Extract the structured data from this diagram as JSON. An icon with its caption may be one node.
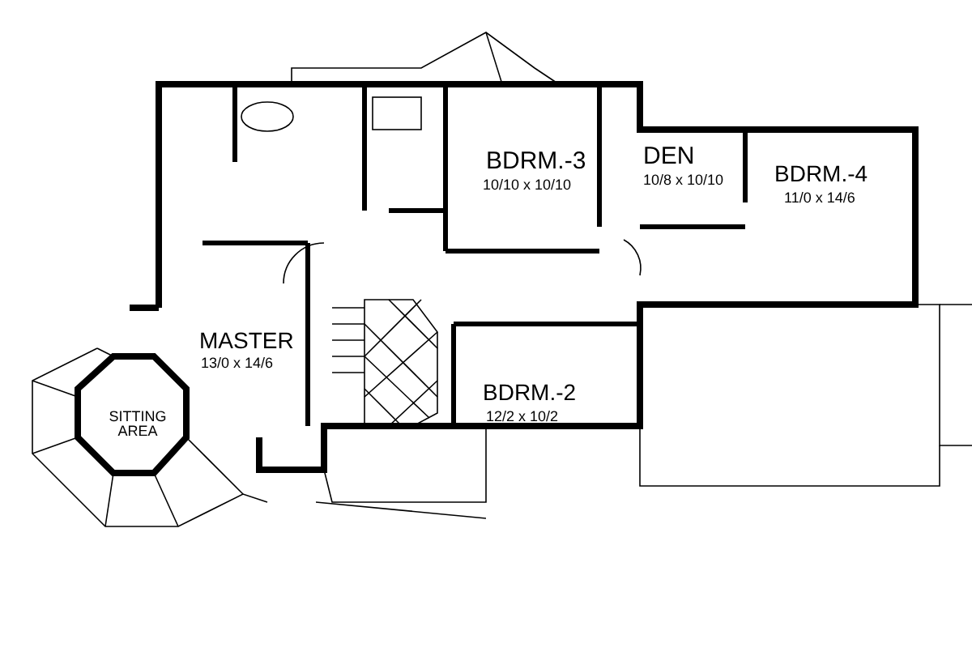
{
  "diagram": {
    "labels": [
      "BDRM.-3",
      "10/10 x 10/10",
      "DEN",
      "10/8 x 10/10",
      "BDRM.-4",
      "11/0 x 14/6",
      "MASTER",
      "13/0 x 14/6",
      "BDRM.-2",
      "12/2 x 10/2",
      "SITTING AREA"
    ]
  }
}
